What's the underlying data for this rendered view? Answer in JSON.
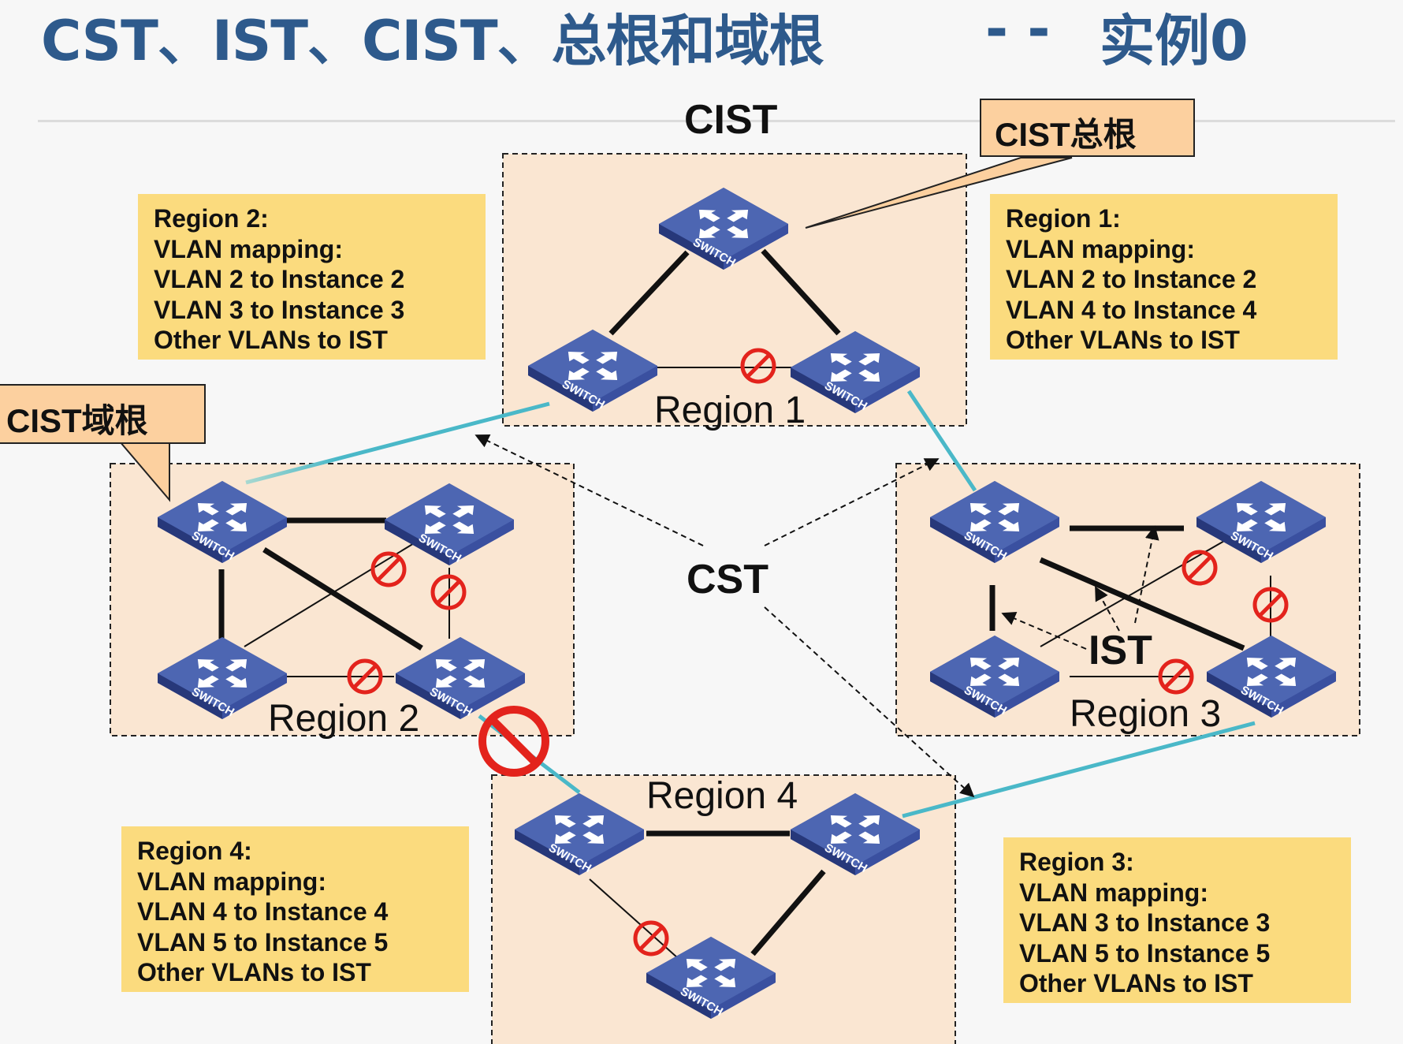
{
  "title": {
    "main": "CST、IST、CIST、总根和域根",
    "dash": "- -",
    "sub": "实例0"
  },
  "labels": {
    "cist": "CIST",
    "cst": "CST",
    "ist": "IST",
    "cist_root": "CIST总根",
    "cist_region_root": "CIST域根"
  },
  "regions": {
    "region1": "Region 1",
    "region2": "Region 2",
    "region3": "Region 3",
    "region4": "Region 4"
  },
  "switch_label": "SWITCH",
  "info_boxes": {
    "region1": [
      "Region 1:",
      "VLAN mapping:",
      "VLAN 2 to Instance 2",
      "VLAN 4 to Instance 4",
      "Other VLANs to IST"
    ],
    "region2": [
      "Region 2:",
      "VLAN mapping:",
      "VLAN 2 to Instance 2",
      "VLAN 3 to Instance 3",
      "Other VLANs to IST"
    ],
    "region3": [
      "Region 3:",
      "VLAN mapping:",
      "VLAN 3 to Instance 3",
      "VLAN 5 to Instance 5",
      "Other VLANs to IST"
    ],
    "region4": [
      "Region 4:",
      "VLAN mapping:",
      "VLAN 4 to Instance 4",
      "VLAN 5 to Instance 5",
      "Other VLANs to IST"
    ]
  },
  "colors": {
    "title": "#2e5a8c",
    "region_fill": "#fae6d2",
    "info_box": "#fbdb7e",
    "callout": "#fcd09f",
    "cst_link": "#4ab8c8",
    "blocked": "#e3231c",
    "switch_top": "#4a63ad",
    "switch_side": "#2d3f86"
  }
}
